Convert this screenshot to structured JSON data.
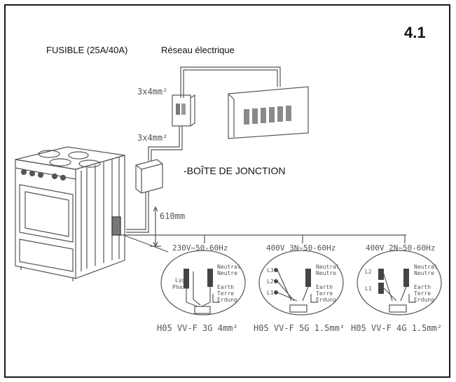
{
  "section_number": "4.1",
  "labels": {
    "fuse": "FUSIBLE (25A/40A)",
    "network": "Réseau électrique",
    "cable_top": "3x4mm²",
    "cable_mid": "3x4mm²",
    "junction_box": "-BOÎTE DE JONCTION",
    "distance": "610mm"
  },
  "diagrams": [
    {
      "voltage": "230V~50-60Hz",
      "terminals": [
        "Lyg",
        "Phase"
      ],
      "right_labels": [
        "Neutral",
        "Neutre",
        "Earth",
        "Terre",
        "Erdung"
      ],
      "cable": "H05 VV-F 3G 4mm²"
    },
    {
      "voltage": "400V 3N~50-60Hz",
      "terminals": [
        "L3",
        "L2",
        "L1"
      ],
      "right_labels": [
        "Neutral",
        "Neutre",
        "Earth",
        "Terre",
        "Erdung"
      ],
      "cable": "H05 VV-F 5G 1.5mm²"
    },
    {
      "voltage": "400V 2N~50-60Hz",
      "terminals": [
        "L2",
        "L1"
      ],
      "right_labels": [
        "Neutral",
        "Neutre",
        "Earth",
        "Terre",
        "Erdung"
      ],
      "cable": "H05 VV-F 4G 1.5mm²"
    }
  ]
}
